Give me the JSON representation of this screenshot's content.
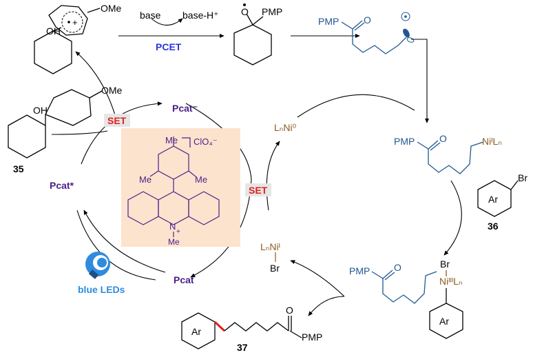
{
  "labels": {
    "ome_top": "OMe",
    "oh_top": "OH",
    "radical_cation": "+",
    "ome_35": "OMe",
    "oh_35": "OH",
    "cmpd_35": "35",
    "base": "base",
    "base_h": "base-H⁺",
    "pcet": "PCET",
    "pmp_alkoxy": "PMP",
    "alkoxy_o": "O",
    "pmp_ketone_radical": "PMP",
    "o_ketone_radical": "O",
    "pmp_ni_alkyl": "PMP",
    "o_ni_alkyl": "O",
    "ni_alkyl": "NiᴵLₙ",
    "aryl_br_ar": "Ar",
    "aryl_br_br": "Br",
    "cmpd_36": "36",
    "pmp_ni3": "PMP",
    "o_ni3": "O",
    "ni3_br": "Br",
    "ni3": "NiᴵᴵᴵLₙ",
    "ni3_ar": "Ar",
    "product_ar": "Ar",
    "product_o": "O",
    "product_pmp": "PMP",
    "cmpd_37": "37",
    "ni0": "LₙNi⁰",
    "nii_br_top": "LₙNiᴵ",
    "nii_br_bottom": "Br",
    "pcat_minus": "Pcat⁻",
    "pcat_star": "Pcat*",
    "pcat": "Pcat",
    "set_left": "SET",
    "set_center": "SET",
    "catalyst_me_top": "Me",
    "catalyst_clo4": "ClO₄⁻",
    "catalyst_me_left": "Me",
    "catalyst_me_right": "Me",
    "catalyst_n_plus": "+",
    "catalyst_n": "N",
    "catalyst_n_me": "Me",
    "blue_leds": "blue LEDs"
  },
  "colors": {
    "substrate_blue": "#1f5790",
    "nickel_brown": "#8a5a1f",
    "catalyst_purple": "#4a1f8a",
    "set_red": "#e0201b",
    "pcet_blue": "#2a35e0",
    "catalyst_box_bg": "#fce3cd",
    "led_blue": "#2f8bdf",
    "new_bond_red": "#e0201b"
  },
  "icons": [
    "lightbulb-icon"
  ]
}
